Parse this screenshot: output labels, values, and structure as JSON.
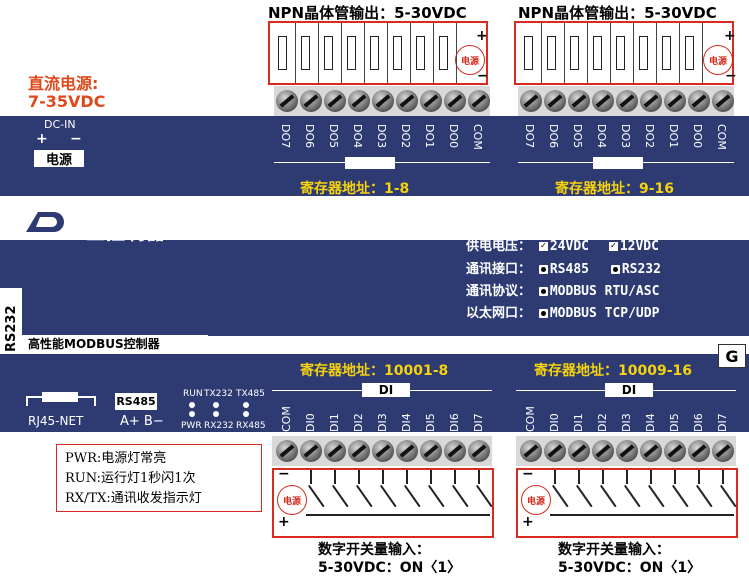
{
  "output_blocks": [
    {
      "title": "NPN晶体管输出：5-30VDC",
      "register": "寄存器地址：1-8",
      "terminals": [
        "DO7",
        "DO6",
        "DO5",
        "DO4",
        "DO3",
        "DO2",
        "DO1",
        "DO0",
        "COM"
      ],
      "badge": "电源",
      "plus": "+",
      "minus": "−"
    },
    {
      "title": "NPN晶体管输出：5-30VDC",
      "register": "寄存器地址：9-16",
      "terminals": [
        "DO7",
        "DO6",
        "DO5",
        "DO4",
        "DO3",
        "DO2",
        "DO1",
        "DO0",
        "COM"
      ],
      "badge": "电源",
      "plus": "+",
      "minus": "−"
    }
  ],
  "power_supply": {
    "line1": "直流电源:",
    "line2": "7-35VDC",
    "dc_in": "DC-IN",
    "plus": "+",
    "minus": "−",
    "label": "电源"
  },
  "brand": {
    "name": "工业控制器",
    "rs232_tab": "RS232",
    "model": "高性能MODBUS控制器",
    "ground": "G"
  },
  "specs": [
    {
      "label": "供电电压：",
      "options": [
        {
          "mark": "check",
          "text": "24VDC"
        },
        {
          "mark": "check",
          "text": "12VDC"
        }
      ]
    },
    {
      "label": "通讯接口：",
      "options": [
        {
          "mark": "dot",
          "text": "RS485"
        },
        {
          "mark": "dot",
          "text": "RS232"
        }
      ]
    },
    {
      "label": "通讯协议：",
      "options": [
        {
          "mark": "dot",
          "text": "MODBUS RTU/ASC"
        }
      ]
    },
    {
      "label": "以太网口：",
      "options": [
        {
          "mark": "dot",
          "text": "MODBUS TCP/UDP"
        }
      ]
    }
  ],
  "ports": {
    "rj45": "RJ45-NET",
    "rs485_box": "RS485",
    "rs485_pins": "A+ B−"
  },
  "leds": {
    "top": [
      "RUN",
      "TX232",
      "TX485"
    ],
    "bottom": [
      "PWR",
      "RX232",
      "RX485"
    ]
  },
  "input_blocks": [
    {
      "register": "寄存器地址：10001-8",
      "di": "DI",
      "terminals": [
        "COM",
        "DI0",
        "DI1",
        "DI2",
        "DI3",
        "DI4",
        "DI5",
        "DI6",
        "DI7"
      ],
      "badge": "电源",
      "minus": "−",
      "plus": "+",
      "caption1": "数字开关量输入：",
      "caption2": "5-30VDC：ON〈1〉"
    },
    {
      "register": "寄存器地址：10009-16",
      "di": "DI",
      "terminals": [
        "COM",
        "DI0",
        "DI1",
        "DI2",
        "DI3",
        "DI4",
        "DI5",
        "DI6",
        "DI7"
      ],
      "badge": "电源",
      "minus": "−",
      "plus": "+",
      "caption1": "数字开关量输入：",
      "caption2": "5-30VDC：ON〈1〉"
    }
  ],
  "legend": [
    "PWR:电源灯常亮",
    "RUN:运行灯1秒闪1次",
    "RX/TX:通讯收发指示灯"
  ]
}
